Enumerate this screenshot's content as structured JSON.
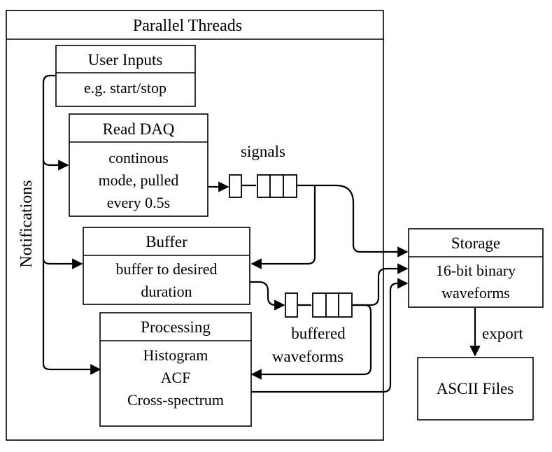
{
  "container": {
    "title": "Parallel Threads"
  },
  "notifications_label": "Notifications",
  "blocks": {
    "user_inputs": {
      "title": "User Inputs",
      "body": [
        "e.g. start/stop"
      ]
    },
    "read_daq": {
      "title": "Read DAQ",
      "body": [
        "continous",
        "mode, pulled",
        "every 0.5s"
      ]
    },
    "buffer": {
      "title": "Buffer",
      "body": [
        "buffer to desired",
        "duration"
      ]
    },
    "processing": {
      "title": "Processing",
      "body": [
        "Histogram",
        "ACF",
        "Cross-spectrum"
      ]
    },
    "storage": {
      "title": "Storage",
      "body": [
        "16-bit binary",
        "waveforms"
      ]
    },
    "ascii_files": {
      "title": "ASCII Files"
    }
  },
  "queues": {
    "signals": {
      "label": [
        "signals"
      ]
    },
    "buffered": {
      "label": [
        "buffered",
        "waveforms"
      ]
    }
  },
  "export_label": "export"
}
